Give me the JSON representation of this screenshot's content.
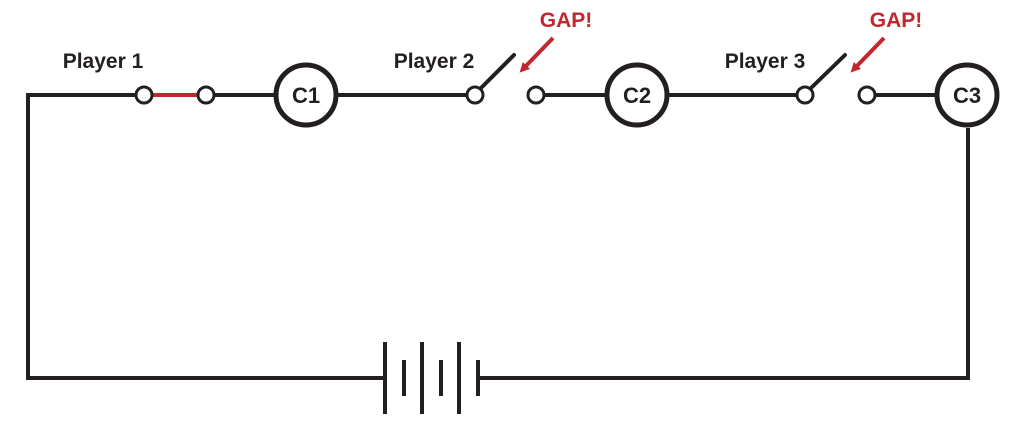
{
  "colors": {
    "wire": "#231f20",
    "closed_switch": "#c1272d",
    "gap_annotation": "#c1272d",
    "background": "#ffffff"
  },
  "switches": [
    {
      "label": "Player 1",
      "state": "closed"
    },
    {
      "label": "Player 2",
      "state": "open",
      "annotation": "GAP!"
    },
    {
      "label": "Player 3",
      "state": "open",
      "annotation": "GAP!"
    }
  ],
  "bulbs": [
    {
      "label": "C1"
    },
    {
      "label": "C2"
    },
    {
      "label": "C3"
    }
  ],
  "battery": {
    "cells": 3
  }
}
